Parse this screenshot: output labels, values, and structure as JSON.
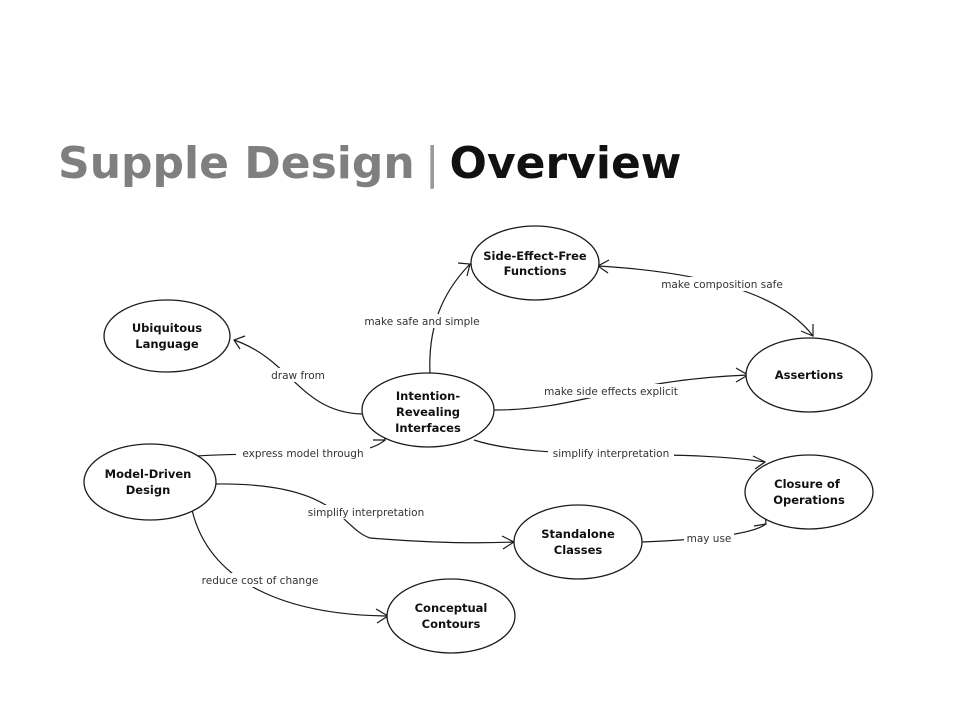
{
  "slide": {
    "title_main": "Supple Design",
    "title_separator": "|",
    "title_sub": "Overview"
  },
  "nodes": {
    "side_effect_free": [
      "Side-Effect-Free",
      "Functions"
    ],
    "ubiquitous": [
      "Ubiquitous",
      "Language"
    ],
    "assertions": [
      "Assertions"
    ],
    "intention": [
      "Intention-",
      "Revealing",
      "Interfaces"
    ],
    "model_driven": [
      "Model-Driven",
      "Design"
    ],
    "closure": [
      "Closure of",
      "Operations"
    ],
    "standalone": [
      "Standalone",
      "Classes"
    ],
    "conceptual": [
      "Conceptual",
      "Contours"
    ]
  },
  "edges": {
    "make_safe": "make safe and simple",
    "make_composition": "make composition safe",
    "draw_from": "draw from",
    "make_side_effects": "make side effects explicit",
    "express_model": "express model through",
    "simplify_closure": "simplify interpretation",
    "simplify_standalone": "simplify interpretation",
    "may_use": "may use",
    "reduce_cost": "reduce cost of change"
  },
  "colors": {
    "title_main": "#7f7f7f",
    "title_sub": "#111111",
    "stroke": "#1a1a1a"
  }
}
